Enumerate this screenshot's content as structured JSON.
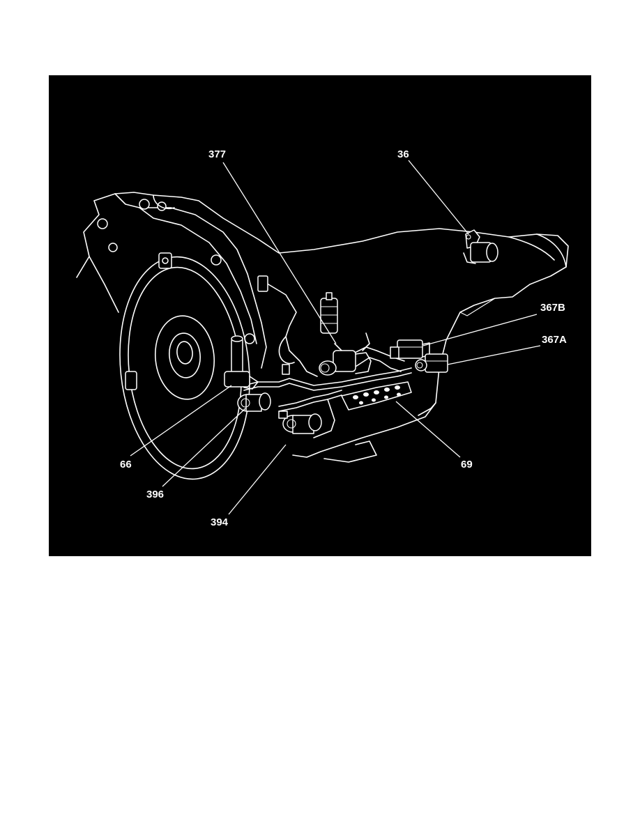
{
  "callouts": [
    {
      "id": "377",
      "text": "377"
    },
    {
      "id": "36",
      "text": "36"
    },
    {
      "id": "367B",
      "text": "367B"
    },
    {
      "id": "367A",
      "text": "367A"
    },
    {
      "id": "66",
      "text": "66"
    },
    {
      "id": "69",
      "text": "69"
    },
    {
      "id": "396",
      "text": "396"
    },
    {
      "id": "394",
      "text": "394"
    }
  ],
  "colors": {
    "background": "#000000",
    "lines": "#ffffff",
    "page": "#ffffff"
  }
}
